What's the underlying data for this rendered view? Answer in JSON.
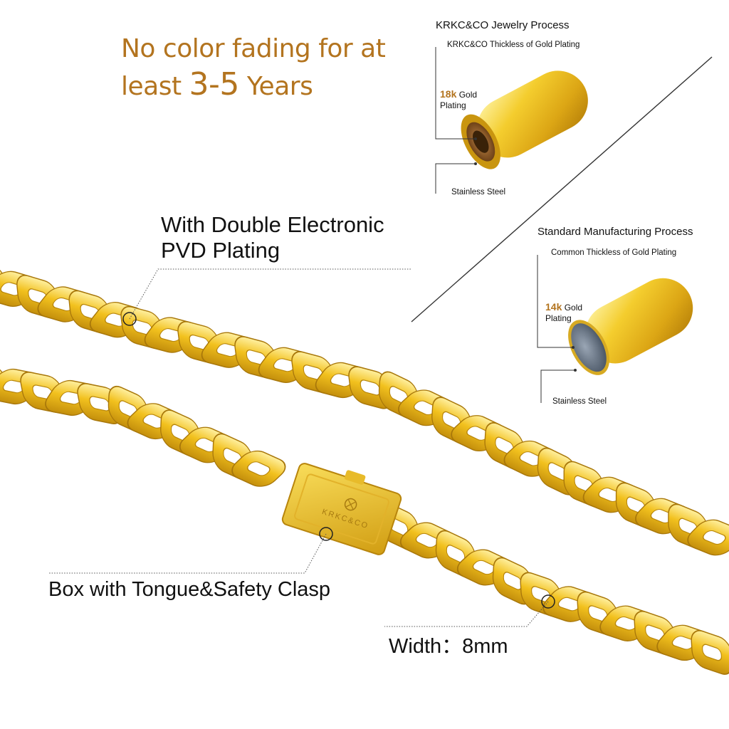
{
  "headline": {
    "line1": "No color fading for at",
    "line2_prefix": "least ",
    "line2_years_range": "3-5",
    "line2_suffix": " Years"
  },
  "premium_process": {
    "title": "KRKC&CO Jewelry Process",
    "thickness_label": "KRKC&CO Thickless of Gold Plating",
    "karat_value": "18k",
    "karat_unit": "Gold",
    "karat_line2": "Plating",
    "core_label": "Stainless Steel"
  },
  "standard_process": {
    "title": "Standard Manufacturing Process",
    "thickness_label": "Common Thickless of Gold Plating",
    "karat_value": "14k",
    "karat_unit": "Gold",
    "karat_line2": "Plating",
    "core_label": "Stainless Steel"
  },
  "callouts": {
    "plating_line1": "With Double Electronic",
    "plating_line2": "PVD Plating",
    "clasp": "Box with Tongue&Safety Clasp",
    "width": "Width：8mm"
  },
  "brand": {
    "clasp_engraving": "KRKC&CO"
  },
  "colors": {
    "gold": "#e6b41e",
    "gold_dark": "#a87a10",
    "gold_light": "#fff3a8",
    "headline_brown": "#b3741f",
    "steel": "#6d7a8a"
  }
}
